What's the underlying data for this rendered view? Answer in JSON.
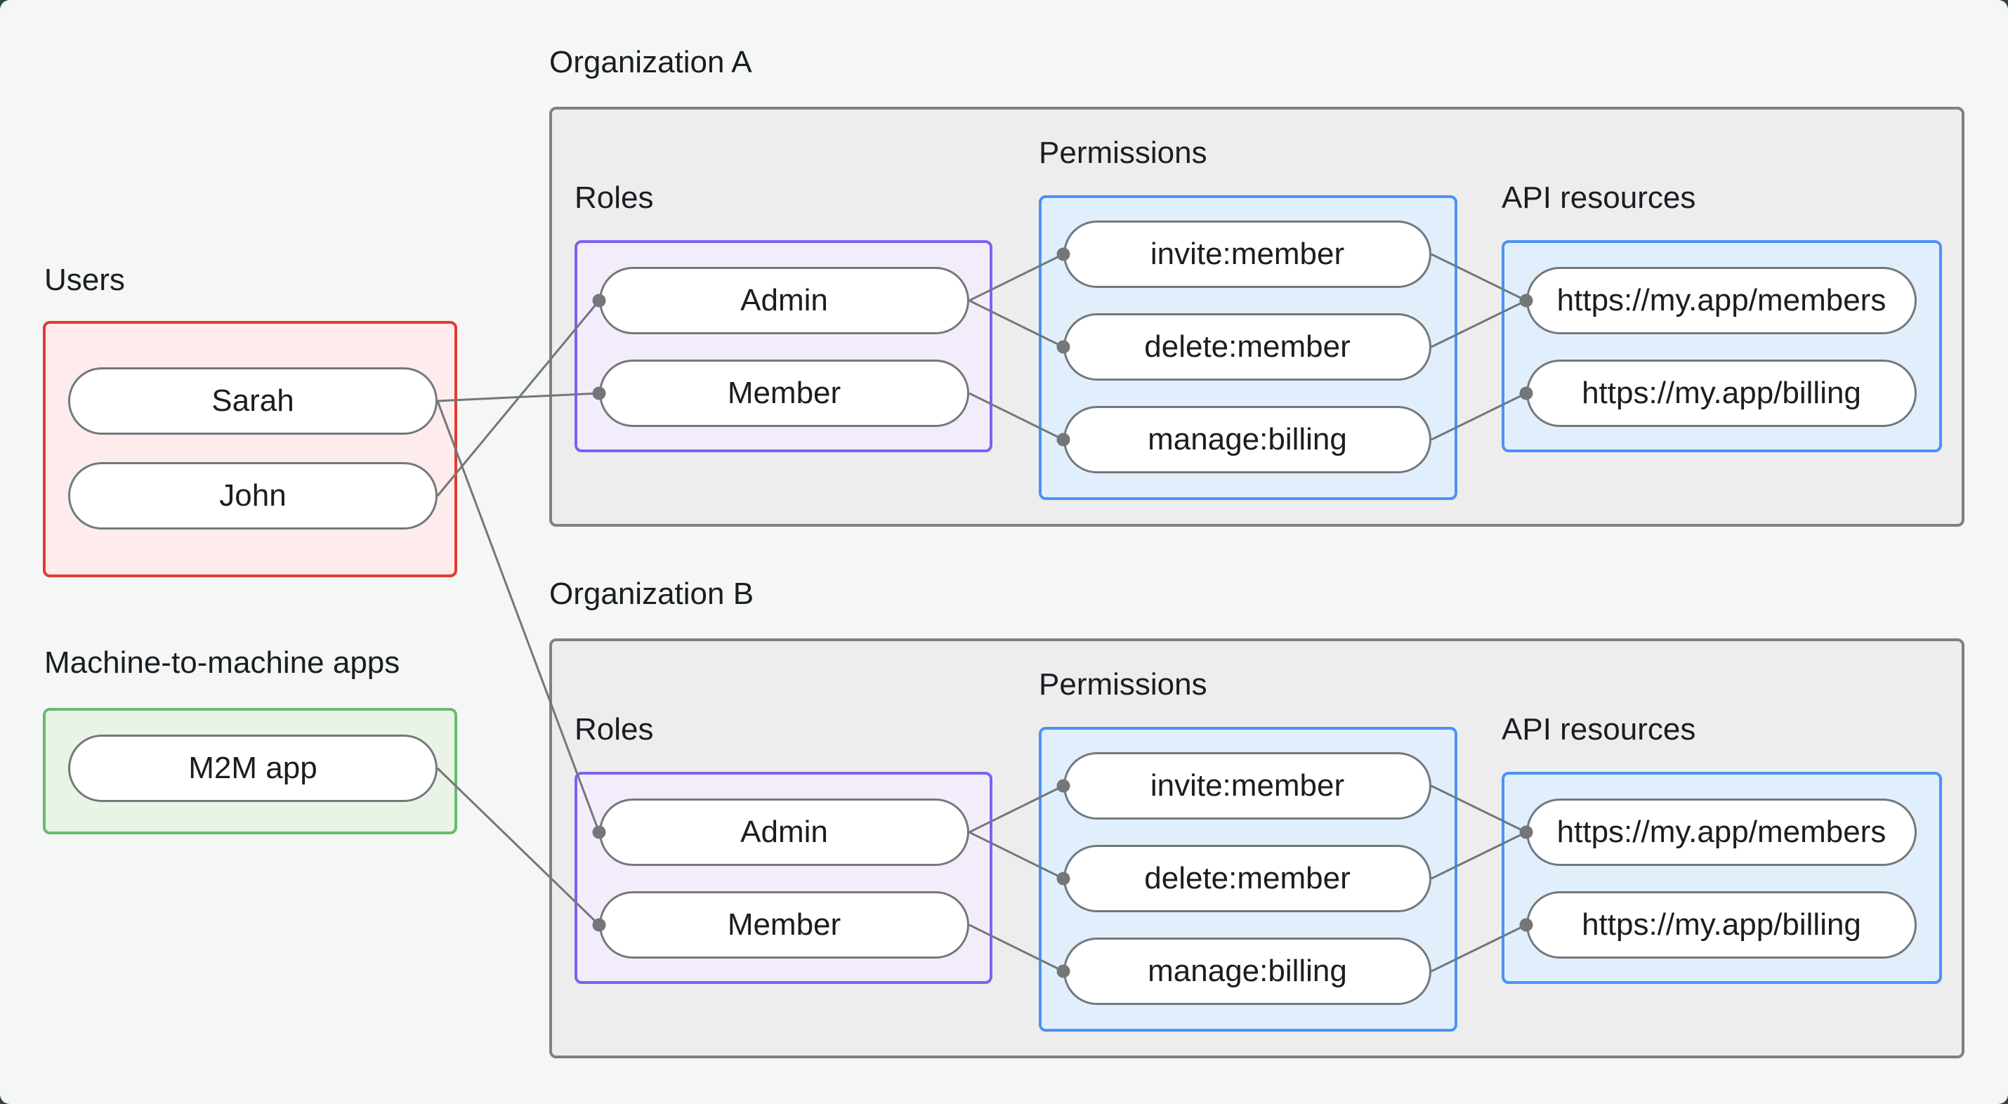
{
  "labels": {
    "users": "Users",
    "m2m_apps": "Machine-to-machine apps",
    "org_a": "Organization A",
    "org_b": "Organization B",
    "roles": "Roles",
    "permissions": "Permissions",
    "api_resources": "API resources"
  },
  "nodes": {
    "sarah": "Sarah",
    "john": "John",
    "m2m_app": "M2M app",
    "admin": "Admin",
    "member": "Member",
    "invite_member": "invite:member",
    "delete_member": "delete:member",
    "manage_billing": "manage:billing",
    "members_api": "https://my.app/members",
    "billing_api": "https://my.app/billing"
  },
  "edges": [
    {
      "from": "sarah",
      "to": "member-a"
    },
    {
      "from": "john",
      "to": "admin-a"
    },
    {
      "from": "sarah",
      "to": "admin-b"
    },
    {
      "from": "m2m-app",
      "to": "member-b"
    },
    {
      "from": "admin-a",
      "to": "invite-a"
    },
    {
      "from": "admin-a",
      "to": "delete-a"
    },
    {
      "from": "member-a",
      "to": "manage-a"
    },
    {
      "from": "invite-a",
      "to": "members-a"
    },
    {
      "from": "delete-a",
      "to": "members-a"
    },
    {
      "from": "manage-a",
      "to": "billing-a"
    },
    {
      "from": "admin-b",
      "to": "invite-b"
    },
    {
      "from": "admin-b",
      "to": "delete-b"
    },
    {
      "from": "member-b",
      "to": "manage-b"
    },
    {
      "from": "invite-b",
      "to": "members-b"
    },
    {
      "from": "delete-b",
      "to": "members-b"
    },
    {
      "from": "manage-b",
      "to": "billing-b"
    }
  ],
  "colors": {
    "background": "#f5f6f6",
    "outer_backdrop": "#2f4a3a",
    "org_box_fill": "#ededee",
    "org_box_border": "#7d8184",
    "users_fill": "#fdeceb",
    "users_border": "#e23b30",
    "m2m_fill": "#e9f4e7",
    "m2m_border": "#69ba6e",
    "roles_fill": "#f3edfb",
    "roles_border": "#7c62f2",
    "blue_fill": "#e1effd",
    "blue_border": "#4b92f7",
    "node_fill": "#ffffff",
    "node_border": "#74787b",
    "edge": "#73777a",
    "text": "#1a1d21"
  }
}
